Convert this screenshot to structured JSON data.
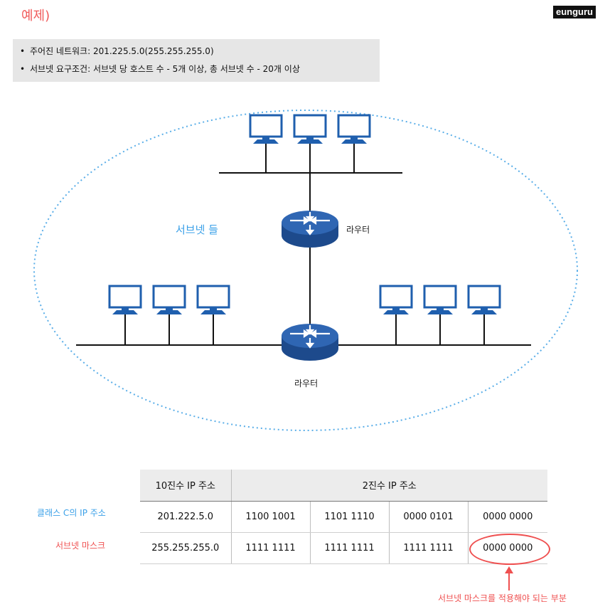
{
  "header": {
    "example_title": "예제)",
    "brand": "eunguru"
  },
  "problem": {
    "bullets": [
      "주어진 네트워크: 201.225.5.0(255.255.255.0)",
      "서브넷 요구조건: 서브넷 당 호스트 수 - 5개 이상, 총 서브넷 수 - 20개 이상"
    ]
  },
  "diagram": {
    "subnet_label": "서브넷 들",
    "router_labels": [
      "라우터",
      "라우터"
    ],
    "colors": {
      "router": "#2c5aa0",
      "monitor": "#1f5fae",
      "ellipse": "#5aaee8",
      "line": "#111111"
    },
    "icons": [
      "router-icon",
      "monitor-icon"
    ]
  },
  "table": {
    "headers": [
      "10진수 IP 주소",
      "2진수 IP 주소"
    ],
    "rows": [
      {
        "label": "클래스 C의 IP 주소",
        "decimal": "201.222.5.0",
        "binary": [
          "1100 1001",
          "1101 1110",
          "0000 0101",
          "0000 0000"
        ]
      },
      {
        "label": "서브넷 마스크",
        "decimal": "255.255.255.0",
        "binary": [
          "1111 1111",
          "1111 1111",
          "1111 1111",
          "0000 0000"
        ]
      }
    ]
  },
  "annotation": {
    "text": "서브넷 마스크를 적용해야 되는 부분",
    "color": "#ef5050"
  }
}
